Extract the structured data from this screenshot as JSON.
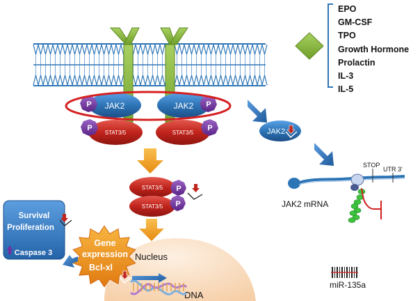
{
  "ligands": {
    "items": [
      "EPO",
      "GM-CSF",
      "TPO",
      "Growth Hormone",
      "Prolactin",
      "IL-3",
      "IL-5"
    ]
  },
  "receptor_complex": {
    "jak_left": "JAK2",
    "jak_right": "JAK2",
    "stat_left": "STAT3/5",
    "stat_right": "STAT3/5",
    "phospho": "P"
  },
  "dimer": {
    "stat_top": "STAT3/5",
    "stat_bottom": "STAT3/5",
    "phospho": "P"
  },
  "jak_free": {
    "label": "JAK2"
  },
  "mrna": {
    "label": "JAK2 mRNA",
    "stop": "STOP",
    "utr": "UTR 3'"
  },
  "mirna": {
    "label": "miR-135a"
  },
  "outcomes": {
    "survival": "Survival",
    "proliferation": "Proliferation",
    "caspase": "Caspase 3"
  },
  "gene_expression": {
    "line1": "Gene",
    "line2": "expression",
    "line3": "Bcl-xl"
  },
  "nucleus": {
    "label": "Nucleus",
    "dna": "DNA"
  },
  "colors": {
    "membrane": "#2e75b6",
    "receptor": "#8cbf3f",
    "jak": "#2e75b6",
    "stat": "#c0241c",
    "phospho": "#7030a0",
    "arrow_orange": "#f0a020",
    "arrow_blue": "#2e75b6",
    "inhibit": "#d02020",
    "nucleus_fill": "#fbe3cc"
  }
}
